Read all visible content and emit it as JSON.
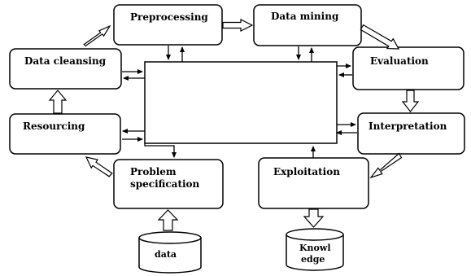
{
  "diagram": {
    "nodes": {
      "preprocessing": "Preprocessing",
      "data_mining": "Data mining",
      "data_cleansing": "Data cleansing",
      "evaluation": "Evaluation",
      "resourcing": "Resourcing",
      "interpretation": "Interpretation",
      "problem_spec_line1": "Problem",
      "problem_spec_line2": "specification",
      "exploitation": "Exploitation",
      "data_store": "data",
      "knowledge_line1": "Knowl",
      "knowledge_line2": "edge"
    }
  }
}
